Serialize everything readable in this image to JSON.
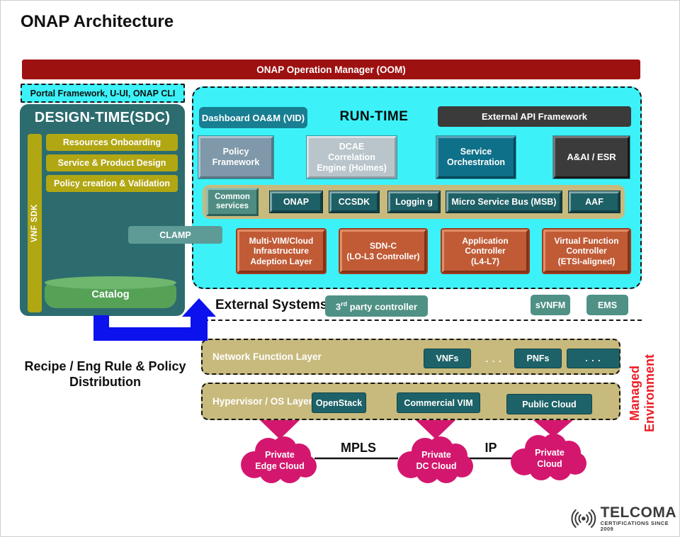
{
  "page": {
    "title": "ONAP Architecture"
  },
  "oom_banner": {
    "label": "ONAP Operation Manager (OOM)"
  },
  "portal": {
    "label": "Portal Framework, U-UI, ONAP CLI"
  },
  "design_time": {
    "title": "DESIGN-TIME(SDC)",
    "vnf_sdk": "VNF SDK",
    "items": [
      "Resources Onboarding",
      "Service & Product Design",
      "Policy creation & Validation"
    ],
    "catalog": "Catalog",
    "clamp": "CLAMP"
  },
  "runtime": {
    "title": "RUN-TIME",
    "dashboard": "Dashboard OA&M (VID)",
    "external_api": "External API Framework",
    "row2": [
      "Policy\nFramework",
      "DCAE\nCorrelation\nEngine (Holmes)",
      "Service\nOrchestration",
      "A&AI / ESR"
    ],
    "common": {
      "label": "Common\nservices",
      "items": [
        "ONAP",
        "CCSDK",
        "Loggin g",
        "Micro Service Bus (MSB)",
        "AAF"
      ]
    },
    "controllers": [
      "Multi-VIM/Cloud\nInfrastructure\nAdeption Layer",
      "SDN-C\n(LO-L3 Controller)",
      "Application\nController\n(L4-L7)",
      "Virtual Function\nController\n(ETSI-aligned)"
    ]
  },
  "external_systems": {
    "label": "External Systems",
    "third_party": {
      "num": "3",
      "sup": "rd",
      "rest": " party controller"
    },
    "svnfm": "sVNFM",
    "ems": "EMS"
  },
  "managed_env": {
    "label": "Managed\nEnvironment",
    "network_layer": {
      "label": "Network Function Layer",
      "vnfs": "VNFs",
      "dots1": ". . .",
      "pnfs": "PNFs",
      "dots2": ". . ."
    },
    "hypervisor_layer": {
      "label": "Hypervisor / OS Layer",
      "items": [
        "OpenStack",
        "Commercial VIM",
        "Public Cloud"
      ]
    }
  },
  "distribution_note": "Recipe / Eng Rule & Policy Distribution",
  "clouds": [
    "Private\nEdge Cloud",
    "Private\nDC Cloud",
    "Private\nCloud"
  ],
  "links": {
    "mpls": "MPLS",
    "ip": "IP"
  },
  "logo": {
    "name": "TELCOMA",
    "tagline": "CERTIFICATIONS SINCE 2009"
  },
  "colors": {
    "banner_red": "#9E1111",
    "cyan": "#3CF2F8",
    "design_teal": "#2C6C6F",
    "olive": "#B1A713",
    "catalog_green": "#55A257",
    "dashboard_teal": "#187E92",
    "dark_box": "#3B3B3B",
    "policy_grey_blue": "#7F99AA",
    "dcae_grey": "#B9C5CB",
    "orchestration_teal": "#0F7089",
    "tan_band": "#C8BA7D",
    "chip_teal": "#1D6066",
    "green_teal": "#4F9185",
    "clamp_teal": "#5E9B97",
    "controller_orange": "#C05B36",
    "cloud_magenta": "#D4176E",
    "arrow_blue": "#0B12EE",
    "managed_red": "#ED1C24",
    "layer_chip_teal": "#1D6268"
  }
}
